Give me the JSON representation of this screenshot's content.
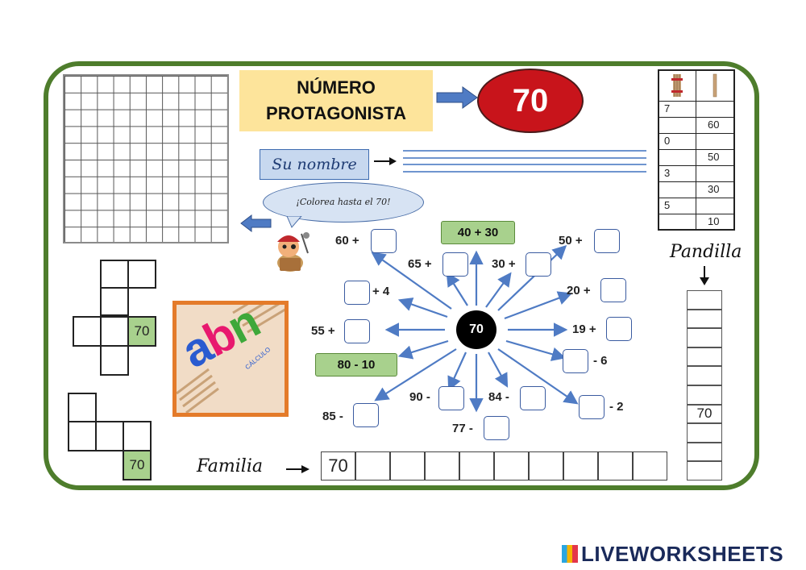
{
  "title": {
    "line1": "NÚMERO",
    "line2": "PROTAGONISTA"
  },
  "number": "70",
  "name_prompt": "Su nombre",
  "bubble_text": "¡Colorea hasta el 70!",
  "center_number": "70",
  "operations": {
    "op_60_plus": "60 +",
    "op_65_plus": "65 +",
    "op_30_plus": "30 +",
    "op_50_plus": "50 +",
    "op_plus_4": "+ 4",
    "op_20_plus": "20 +",
    "op_55_plus": "55 +",
    "op_19_plus": "19 +",
    "op_minus_6": "- 6",
    "op_85_minus": "85 -",
    "op_90_minus": "90 -",
    "op_84_minus": "84 -",
    "op_minus_2": "- 2",
    "op_77_minus": "77 -"
  },
  "green_pills": {
    "top": "40 + 30",
    "left": "80 - 10"
  },
  "cross_puzzle_value": "70",
  "tetromino_value": "70",
  "abn_logo": {
    "letters": "abn",
    "subtitle": "CÁLCULO"
  },
  "place_value_table": {
    "rows": [
      {
        "tens": "7",
        "units": ""
      },
      {
        "tens": "",
        "units": "60"
      },
      {
        "tens": "0",
        "units": ""
      },
      {
        "tens": "",
        "units": "50"
      },
      {
        "tens": "3",
        "units": ""
      },
      {
        "tens": "",
        "units": "30"
      },
      {
        "tens": "5",
        "units": ""
      },
      {
        "tens": "",
        "units": "10"
      }
    ]
  },
  "pandilla": {
    "label": "Pandilla",
    "value": "70"
  },
  "familia": {
    "label": "Familia",
    "value": "70"
  },
  "branding": {
    "logo_text": "LIVEWORKSHEETS"
  },
  "colors": {
    "frame": "#4e7d2c",
    "oval": "#c8141b",
    "green_cell": "#a8d18d",
    "arrow": "#4f7bc4",
    "abn_border": "#e47b2a"
  }
}
